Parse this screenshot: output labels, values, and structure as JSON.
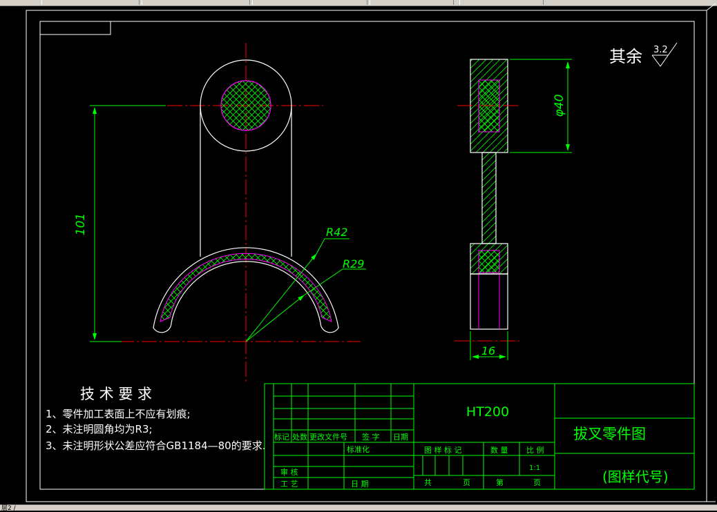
{
  "drawing": {
    "surface_note": "其余",
    "roughness_value": "3.2",
    "dim_height": "101",
    "dim_r42": "R42",
    "dim_r29": "R29",
    "dim_dia40": "φ40",
    "dim_16": "16"
  },
  "requirements": {
    "title": "技 术 要 求",
    "items": [
      "1、零件加工表面上不应有划痕;",
      "2、未注明圆角均为R3;",
      "3、未注明形状公差应符合GB1184—80的要求."
    ]
  },
  "titleblock": {
    "material": "HT200",
    "part_name": "拔叉零件图",
    "drawing_code": "(图样代号)",
    "h_mark": "标记",
    "h_count": "处数",
    "h_doc": "更改文件号",
    "h_sign": "签 字",
    "h_date": "日期",
    "standardize": "标准化",
    "review": "审 核",
    "process": "工 艺",
    "date2": "日 期",
    "pattern_mark": "图 样 标 记",
    "quantity": "数 量",
    "scale_label": "比 例",
    "scale": "1:1",
    "total": "共",
    "page1": "页",
    "sheet_no": "第",
    "page2": "页"
  },
  "status": {
    "text": "层2 /"
  },
  "colors": {
    "outline": "#ffffff",
    "center": "#ff0000",
    "dimension": "#00ff00",
    "hidden": "#ff00ff"
  }
}
